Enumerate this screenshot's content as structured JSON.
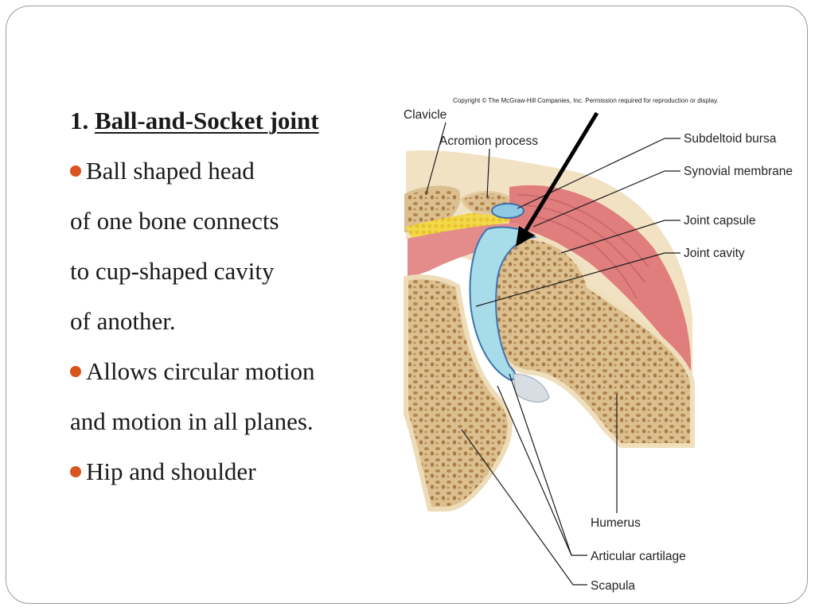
{
  "colors": {
    "bullet": "#d9531e",
    "bone": "#ecd8b0",
    "spongy_bone": "#c69a63",
    "cartilage": "#a8dce8",
    "muscle": "#e27f7f",
    "fat": "#f1d33a",
    "frame": "#9a9a9a"
  },
  "content": {
    "heading_number": "1.",
    "heading_title": "Ball-and-Socket joint",
    "lines": [
      {
        "text": "Ball shaped head",
        "bullet": true
      },
      {
        "text": "of one bone connects",
        "bullet": false
      },
      {
        "text": "to cup-shaped cavity",
        "bullet": false
      },
      {
        "text": "of another.",
        "bullet": false
      },
      {
        "text": "Allows circular motion",
        "bullet": true
      },
      {
        "text": "and motion in all planes.",
        "bullet": false
      },
      {
        "text": "Hip and shoulder",
        "bullet": true
      }
    ]
  },
  "diagram": {
    "copyright": "Copyright © The McGraw-Hill Companies, Inc. Permission required for reproduction or display.",
    "labels": {
      "clavicle": "Clavicle",
      "acromion": "Acromion process",
      "subdeltoid_bursa": "Subdeltoid bursa",
      "synovial_membrane": "Synovial membrane",
      "joint_capsule": "Joint capsule",
      "joint_cavity": "Joint cavity",
      "humerus": "Humerus",
      "articular_cartilage": "Articular cartilage",
      "scapula": "Scapula"
    }
  }
}
